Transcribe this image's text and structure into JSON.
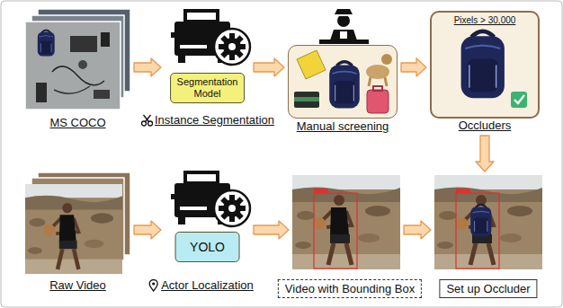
{
  "diagram": {
    "nodes": [
      {
        "text": [
          "MS COCO"
        ]
      },
      {
        "text": [
          "Segmentation Model",
          "Instance Segmentation"
        ]
      },
      {
        "text": [
          "Manual screening"
        ]
      },
      {
        "text": [
          "Pixels > 30,000",
          "Occluders"
        ]
      },
      {
        "text": [
          "Raw Video"
        ]
      },
      {
        "text": [
          "YOLO",
          "Actor Localization"
        ]
      },
      {
        "text": [
          "Video with Bounding Box"
        ]
      },
      {
        "text": [
          "Set up Occluder"
        ]
      }
    ],
    "edges": [
      {
        "from": 0,
        "to": 1,
        "arrow": "to"
      },
      {
        "from": 1,
        "to": 2,
        "arrow": "to"
      },
      {
        "from": 2,
        "to": 3,
        "arrow": "to"
      },
      {
        "from": 3,
        "to": 7,
        "arrow": "to"
      },
      {
        "from": 4,
        "to": 5,
        "arrow": "to"
      },
      {
        "from": 5,
        "to": 6,
        "arrow": "to"
      },
      {
        "from": 6,
        "to": 7,
        "arrow": "to"
      }
    ]
  }
}
